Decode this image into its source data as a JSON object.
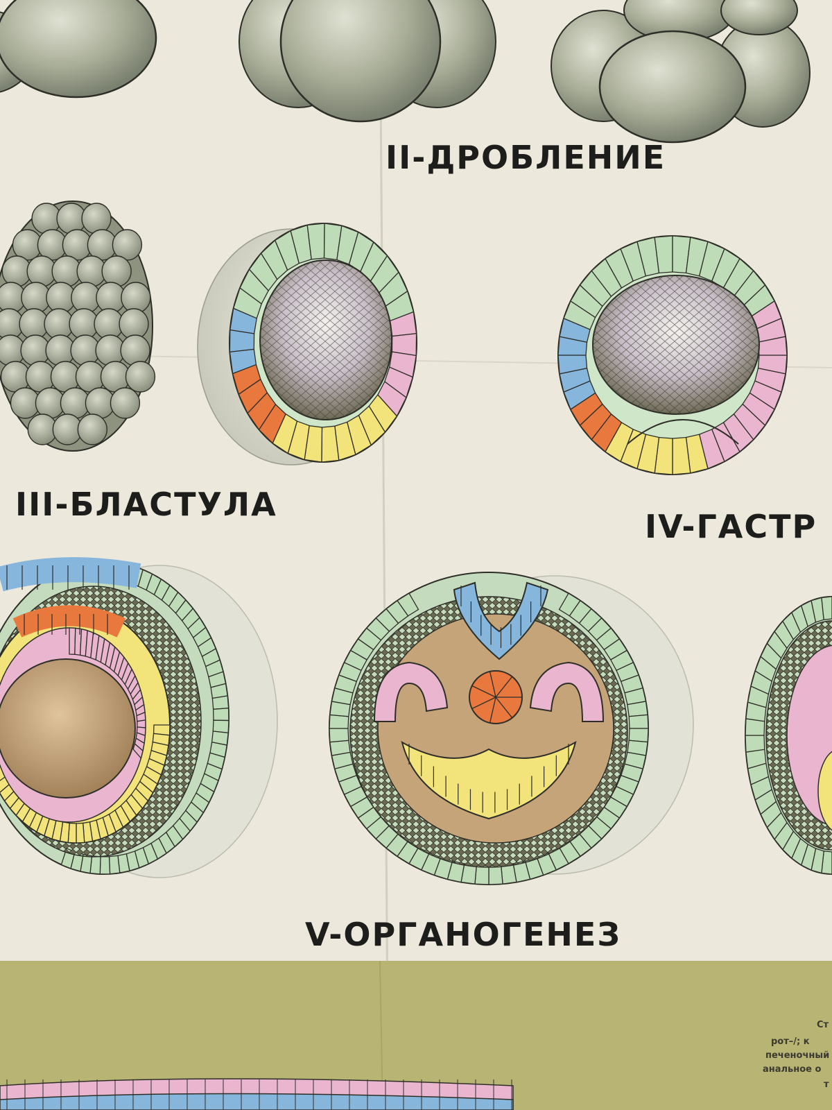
{
  "stages": {
    "cleavage": "II-ДРОБЛЕНИЕ",
    "blastula": "III-БЛАСТУЛА",
    "gastrula": "IV-ГАСТР",
    "organogenesis": "V-ОРГАНОГЕНЕЗ"
  },
  "legend": {
    "title": "Ст",
    "line_1": "рот–/; к",
    "line_2": "печеночный",
    "line_3": "анальное о",
    "line_4": "т"
  },
  "colors": {
    "paper": "#ece9dc",
    "ectoderm_green": "#bfdcb8",
    "ectoderm_blue": "#86b6dc",
    "mesoderm_pink": "#eab5cf",
    "endoderm_yellow": "#f2e37a",
    "notochord_orange": "#e8783e",
    "yolk_brown": "#c8a67a",
    "cell_grey": "#9aa08a",
    "footer_olive": "#b8b473"
  }
}
